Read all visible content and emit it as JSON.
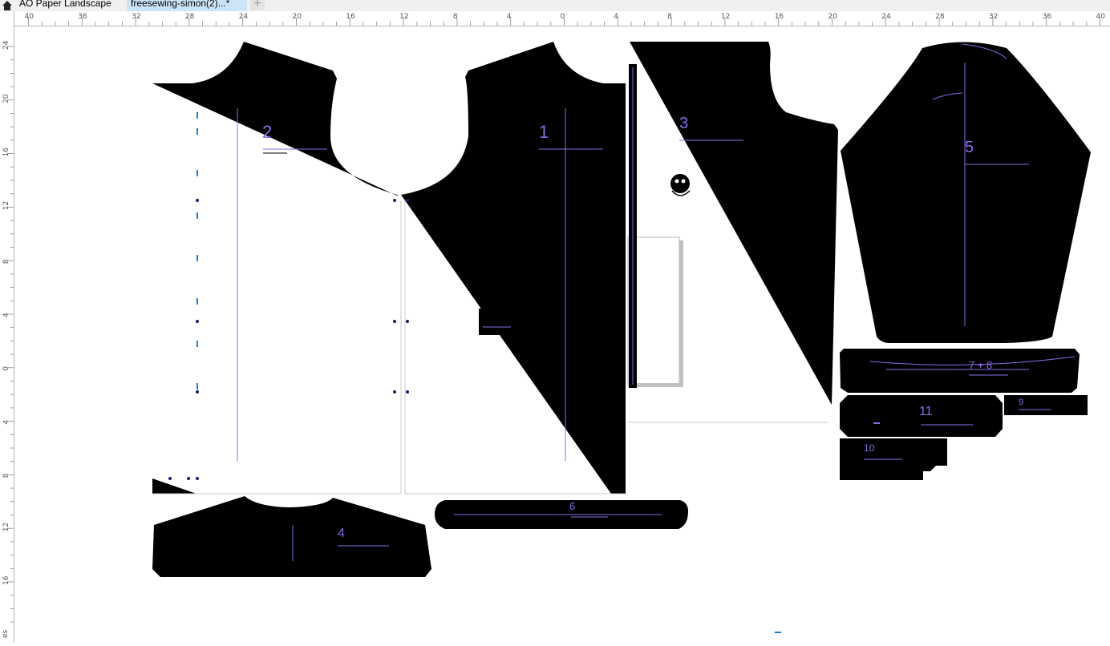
{
  "tabs": [
    {
      "label": "AO Paper Landscape",
      "icon": "home-icon",
      "active": false
    },
    {
      "label": "freesewing-simon(2)...*",
      "active": true
    }
  ],
  "new_tab_icon": "plus-icon",
  "ruler_corner_icon": "unit-toggle-icon",
  "horizontal_ruler": {
    "labels": [
      "40",
      "36",
      "32",
      "28",
      "24",
      "20",
      "16",
      "12",
      "8",
      "4",
      "0",
      "4",
      "8",
      "12",
      "16",
      "20",
      "24",
      "28",
      "32",
      "36",
      "40"
    ]
  },
  "vertical_ruler": {
    "labels": [
      "24",
      "20",
      "16",
      "12",
      "8",
      "4",
      "0",
      "4",
      "8",
      "12",
      "16"
    ],
    "bottom_label": "es"
  },
  "pieces": [
    {
      "id": "piece-1",
      "label": "1"
    },
    {
      "id": "piece-2",
      "label": "2"
    },
    {
      "id": "piece-3",
      "label": "3"
    },
    {
      "id": "piece-4",
      "label": "4"
    },
    {
      "id": "piece-5",
      "label": "5"
    },
    {
      "id": "piece-6",
      "label": "6"
    },
    {
      "id": "piece-7-8",
      "label": "7 + 8"
    },
    {
      "id": "piece-9",
      "label": "9"
    },
    {
      "id": "piece-10",
      "label": "10"
    },
    {
      "id": "piece-11",
      "label": "11"
    }
  ],
  "colors": {
    "piece_fill": "#000000",
    "annotation": "#8a6ce8",
    "marker_blue": "#1a7fd1",
    "tab_active": "#cce4f7"
  },
  "logo_icon": "freesewing-skull-logo-icon"
}
